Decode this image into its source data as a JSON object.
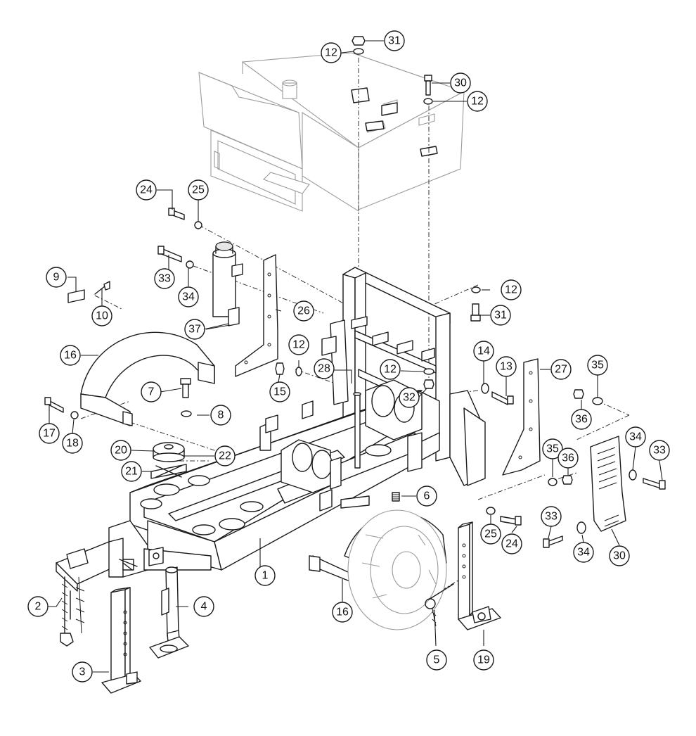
{
  "callouts": [
    {
      "id": "c1",
      "label": "1"
    },
    {
      "id": "c2",
      "label": "2"
    },
    {
      "id": "c3",
      "label": "3"
    },
    {
      "id": "c4",
      "label": "4"
    },
    {
      "id": "c5",
      "label": "5"
    },
    {
      "id": "c6",
      "label": "6"
    },
    {
      "id": "c7",
      "label": "7"
    },
    {
      "id": "c8",
      "label": "8"
    },
    {
      "id": "c9",
      "label": "9"
    },
    {
      "id": "c10",
      "label": "10"
    },
    {
      "id": "c12a",
      "label": "12"
    },
    {
      "id": "c12b",
      "label": "12"
    },
    {
      "id": "c12c",
      "label": "12"
    },
    {
      "id": "c12d",
      "label": "12"
    },
    {
      "id": "c12e",
      "label": "12"
    },
    {
      "id": "c13",
      "label": "13"
    },
    {
      "id": "c14",
      "label": "14"
    },
    {
      "id": "c15",
      "label": "15"
    },
    {
      "id": "c16a",
      "label": "16"
    },
    {
      "id": "c16b",
      "label": "16"
    },
    {
      "id": "c17",
      "label": "17"
    },
    {
      "id": "c18",
      "label": "18"
    },
    {
      "id": "c19",
      "label": "19"
    },
    {
      "id": "c20",
      "label": "20"
    },
    {
      "id": "c21",
      "label": "21"
    },
    {
      "id": "c22",
      "label": "22"
    },
    {
      "id": "c24a",
      "label": "24"
    },
    {
      "id": "c24b",
      "label": "24"
    },
    {
      "id": "c25a",
      "label": "25"
    },
    {
      "id": "c25b",
      "label": "25"
    },
    {
      "id": "c26",
      "label": "26"
    },
    {
      "id": "c27",
      "label": "27"
    },
    {
      "id": "c28",
      "label": "28"
    },
    {
      "id": "c30a",
      "label": "30"
    },
    {
      "id": "c30b",
      "label": "30"
    },
    {
      "id": "c31a",
      "label": "31"
    },
    {
      "id": "c31b",
      "label": "31"
    },
    {
      "id": "c32",
      "label": "32"
    },
    {
      "id": "c33a",
      "label": "33"
    },
    {
      "id": "c33b",
      "label": "33"
    },
    {
      "id": "c33c",
      "label": "33"
    },
    {
      "id": "c34a",
      "label": "34"
    },
    {
      "id": "c34b",
      "label": "34"
    },
    {
      "id": "c34c",
      "label": "34"
    },
    {
      "id": "c35a",
      "label": "35"
    },
    {
      "id": "c35b",
      "label": "35"
    },
    {
      "id": "c36a",
      "label": "36"
    },
    {
      "id": "c36b",
      "label": "36"
    },
    {
      "id": "c37",
      "label": "37"
    }
  ]
}
